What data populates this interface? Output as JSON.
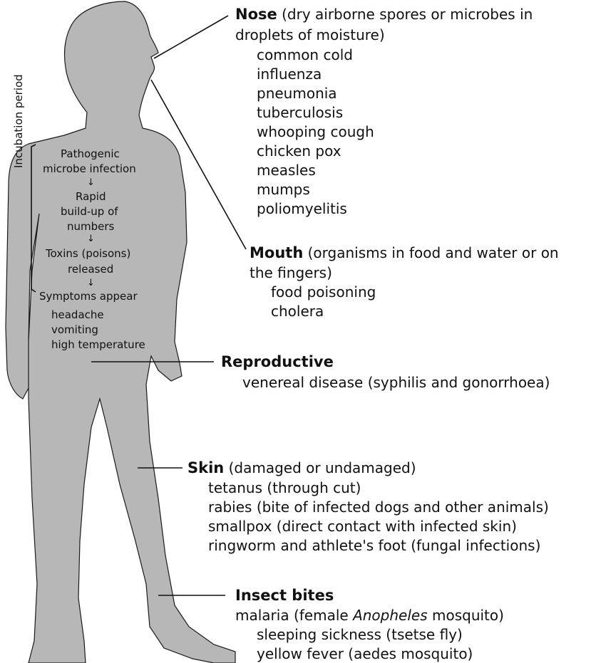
{
  "routes": {
    "nose": {
      "title": "Nose",
      "note": "(dry airborne spores or microbes in",
      "note2": "droplets of moisture)",
      "diseases": [
        "common cold",
        "influenza",
        "pneumonia",
        "tuberculosis",
        "whooping cough",
        "chicken pox",
        "measles",
        "mumps",
        "poliomyelitis"
      ]
    },
    "mouth": {
      "title": "Mouth",
      "note": "(organisms in food and water or on",
      "note2": "the fingers)",
      "diseases": [
        "food poisoning",
        "cholera"
      ]
    },
    "reproductive": {
      "title": "Reproductive",
      "diseases": [
        "venereal disease (syphilis and gonorrhoea)"
      ]
    },
    "skin": {
      "title": "Skin",
      "note": "(damaged or undamaged)",
      "diseases": [
        "tetanus (through cut)",
        "rabies (bite of infected dogs and other animals)",
        "smallpox (direct contact with infected skin)",
        "ringworm and athlete's foot (fungal infections)"
      ]
    },
    "insect": {
      "title": "Insect bites",
      "malaria_prefix": "malaria (female",
      "malaria_species": "Anopheles",
      "malaria_suffix": "mosquito)",
      "diseases": [
        "sleeping sickness (tsetse fly)",
        "yellow fever (aedes mosquito)"
      ]
    }
  },
  "incubation": {
    "label": "Incubation period",
    "steps": [
      "Pathogenic",
      "microbe infection",
      "Rapid",
      "build-up of",
      "numbers",
      "Toxins (poisons)",
      "released",
      "Symptoms appear"
    ],
    "arrow": "↓",
    "symptoms": [
      "headache",
      "vomiting",
      "high temperature"
    ]
  }
}
